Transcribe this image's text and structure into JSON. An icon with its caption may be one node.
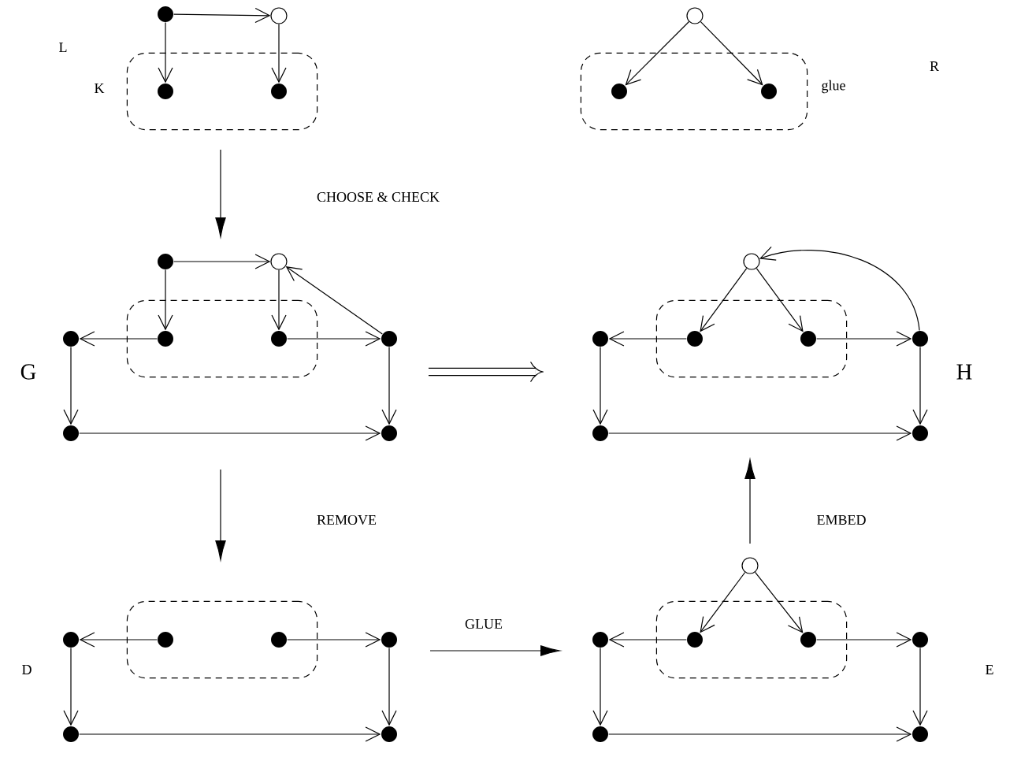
{
  "diagram": {
    "nodes": [
      {
        "text": [],
        "shape": "box"
      },
      {
        "text": [],
        "shape": "dot"
      },
      {
        "text": [],
        "shape": "circle"
      },
      {
        "text": [],
        "shape": "dot",
        "in": 0
      },
      {
        "text": [],
        "shape": "dot",
        "in": 0
      },
      {
        "text": [],
        "shape": "circle"
      },
      {
        "text": [],
        "shape": "box"
      },
      {
        "text": [],
        "shape": "dot",
        "in": 6
      },
      {
        "text": [],
        "shape": "dot",
        "in": 6
      },
      {
        "text": [],
        "shape": "box"
      },
      {
        "text": [],
        "shape": "dot"
      },
      {
        "text": [],
        "shape": "circle"
      },
      {
        "text": [],
        "shape": "dot"
      },
      {
        "text": [],
        "shape": "dot",
        "in": 9
      },
      {
        "text": [],
        "shape": "dot",
        "in": 9
      },
      {
        "text": [],
        "shape": "dot"
      },
      {
        "text": [],
        "shape": "dot"
      },
      {
        "text": [],
        "shape": "dot"
      },
      {
        "text": [],
        "shape": "box"
      },
      {
        "text": [],
        "shape": "circle"
      },
      {
        "text": [],
        "shape": "dot"
      },
      {
        "text": [],
        "shape": "dot",
        "in": 18
      },
      {
        "text": [],
        "shape": "dot",
        "in": 18
      },
      {
        "text": [],
        "shape": "dot"
      },
      {
        "text": [],
        "shape": "dot"
      },
      {
        "text": [],
        "shape": "dot"
      },
      {
        "text": [],
        "shape": "box"
      },
      {
        "text": [],
        "shape": "dot"
      },
      {
        "text": [],
        "shape": "dot",
        "in": 26
      },
      {
        "text": [],
        "shape": "dot",
        "in": 26
      },
      {
        "text": [],
        "shape": "dot"
      },
      {
        "text": [],
        "shape": "dot"
      },
      {
        "text": [],
        "shape": "dot"
      },
      {
        "text": [],
        "shape": "box"
      },
      {
        "text": [],
        "shape": "circle"
      },
      {
        "text": [],
        "shape": "dot"
      },
      {
        "text": [],
        "shape": "dot",
        "in": 33
      },
      {
        "text": [],
        "shape": "dot",
        "in": 33
      },
      {
        "text": [],
        "shape": "dot"
      },
      {
        "text": [],
        "shape": "dot"
      },
      {
        "text": [],
        "shape": "dot"
      }
    ],
    "edges": [
      {
        "from": 1,
        "to": 2,
        "arrow": "to"
      },
      {
        "from": 1,
        "to": 3,
        "arrow": "to"
      },
      {
        "from": 2,
        "to": 4,
        "arrow": "to"
      },
      {
        "from": 5,
        "to": 7,
        "arrow": "to"
      },
      {
        "from": 5,
        "to": 8,
        "arrow": "to"
      },
      {
        "from": 10,
        "to": 11,
        "arrow": "to"
      },
      {
        "from": 10,
        "to": 13,
        "arrow": "to"
      },
      {
        "from": 11,
        "to": 14,
        "arrow": "to"
      },
      {
        "from": 13,
        "to": 12,
        "arrow": "to"
      },
      {
        "from": 14,
        "to": 15,
        "arrow": "to"
      },
      {
        "from": 15,
        "to": 11,
        "arrow": "to"
      },
      {
        "from": 12,
        "to": 16,
        "arrow": "to"
      },
      {
        "from": 15,
        "to": 17,
        "arrow": "to"
      },
      {
        "from": 16,
        "to": 17,
        "arrow": "to"
      },
      {
        "from": 19,
        "to": 21,
        "arrow": "to"
      },
      {
        "from": 19,
        "to": 22,
        "arrow": "to"
      },
      {
        "from": 21,
        "to": 20,
        "arrow": "to"
      },
      {
        "from": 22,
        "to": 23,
        "arrow": "to"
      },
      {
        "from": 23,
        "to": 19,
        "arrow": "to"
      },
      {
        "from": 20,
        "to": 24,
        "arrow": "to"
      },
      {
        "from": 23,
        "to": 25,
        "arrow": "to"
      },
      {
        "from": 24,
        "to": 25,
        "arrow": "to"
      },
      {
        "from": 28,
        "to": 27,
        "arrow": "to"
      },
      {
        "from": 29,
        "to": 30,
        "arrow": "to"
      },
      {
        "from": 27,
        "to": 31,
        "arrow": "to"
      },
      {
        "from": 30,
        "to": 32,
        "arrow": "to"
      },
      {
        "from": 31,
        "to": 32,
        "arrow": "to"
      },
      {
        "from": 34,
        "to": 36,
        "arrow": "to"
      },
      {
        "from": 34,
        "to": 37,
        "arrow": "to"
      },
      {
        "from": 36,
        "to": 35,
        "arrow": "to"
      },
      {
        "from": 37,
        "to": 38,
        "arrow": "to"
      },
      {
        "from": 35,
        "to": 39,
        "arrow": "to"
      },
      {
        "from": 38,
        "to": 40,
        "arrow": "to"
      },
      {
        "from": 39,
        "to": 40,
        "arrow": "to"
      }
    ],
    "labels": [
      "L",
      "K",
      "glue",
      "R",
      "CHOOSE & CHECK",
      "G",
      "H",
      "REMOVE",
      "EMBED",
      "GLUE",
      "D",
      "E"
    ]
  }
}
